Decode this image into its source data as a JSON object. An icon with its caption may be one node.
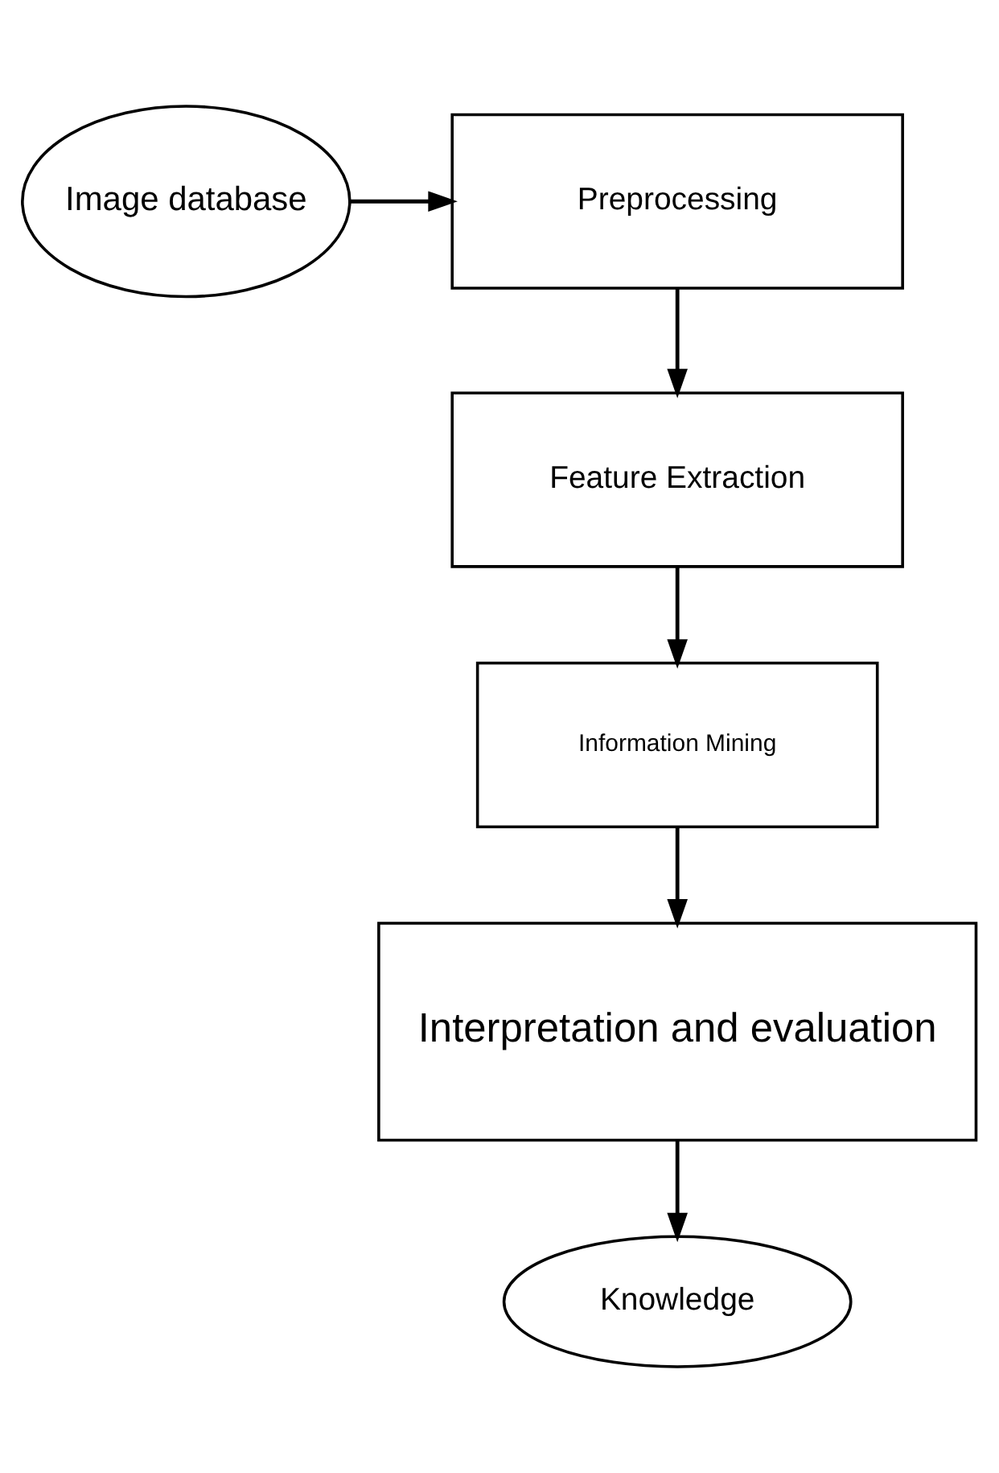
{
  "diagram": {
    "nodes": [
      {
        "text": [
          "Image database"
        ]
      },
      {
        "text": [
          "Preprocessing"
        ]
      },
      {
        "text": [
          "Feature Extraction"
        ]
      },
      {
        "text": [
          "Information Mining"
        ]
      },
      {
        "text": [
          "Interpretation and evaluation"
        ]
      },
      {
        "text": [
          "Knowledge"
        ]
      }
    ],
    "edges": [
      {
        "from": 0,
        "to": 1,
        "arrow": "to"
      },
      {
        "from": 1,
        "to": 2,
        "arrow": "to"
      },
      {
        "from": 2,
        "to": 3,
        "arrow": "to"
      },
      {
        "from": 3,
        "to": 4,
        "arrow": "to"
      },
      {
        "from": 4,
        "to": 5,
        "arrow": "to"
      }
    ]
  }
}
